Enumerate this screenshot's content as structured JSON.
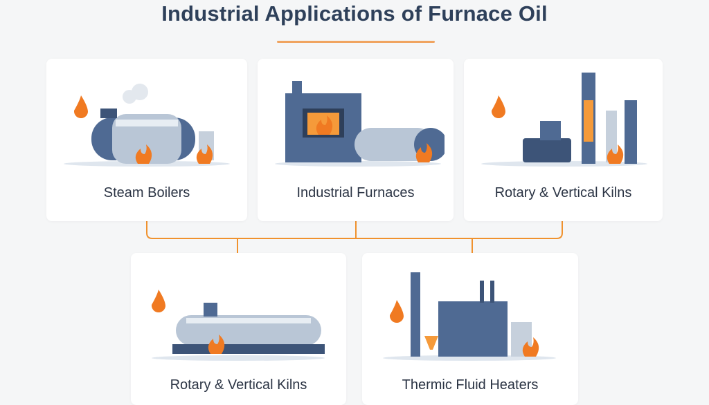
{
  "title": "Industrial Applications of Furnace Oil",
  "colors": {
    "accent": "#f0922e",
    "title": "#2e405a",
    "steel": "#4f6a93",
    "flame": "#f07a22"
  },
  "applications": [
    {
      "label": "Steam Boilers",
      "icon": "steam-boiler-illustration"
    },
    {
      "label": "Industrial Furnaces",
      "icon": "industrial-furnace-illustration"
    },
    {
      "label": "Rotary & Vertical Kilns",
      "icon": "vertical-kiln-illustration"
    },
    {
      "label": "Rotary & Vertical Kilns",
      "icon": "rotary-kiln-illustration"
    },
    {
      "label": "Thermic Fluid Heaters",
      "icon": "thermic-fluid-heater-illustration"
    }
  ]
}
